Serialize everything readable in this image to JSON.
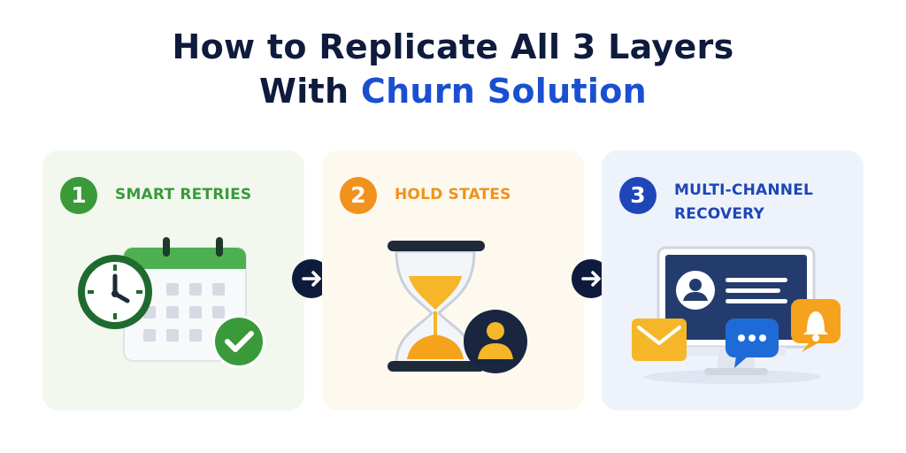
{
  "header": {
    "title_line1": "How to Replicate All 3 Layers",
    "title_line2_prefix": "With ",
    "title_line2_accent": "Churn Solution"
  },
  "steps": [
    {
      "number": "1",
      "title": "SMART RETRIES",
      "icons": [
        "clock-icon",
        "calendar-icon",
        "check-icon"
      ]
    },
    {
      "number": "2",
      "title": "HOLD STATES",
      "icons": [
        "hourglass-icon",
        "user-icon"
      ]
    },
    {
      "number": "3",
      "title_line1": "MULTI-CHANNEL",
      "title_line2": "RECOVERY",
      "icons": [
        "monitor-icon",
        "profile-icon",
        "email-icon",
        "chat-icon",
        "bell-icon"
      ]
    }
  ],
  "connectors": [
    "arrow-right-icon",
    "arrow-right-icon"
  ],
  "colors": {
    "title": "#0f1b3d",
    "accent": "#1a4fd1",
    "step1": "#3a9a3a",
    "step2": "#f0921c",
    "step3": "#1e46b8"
  }
}
